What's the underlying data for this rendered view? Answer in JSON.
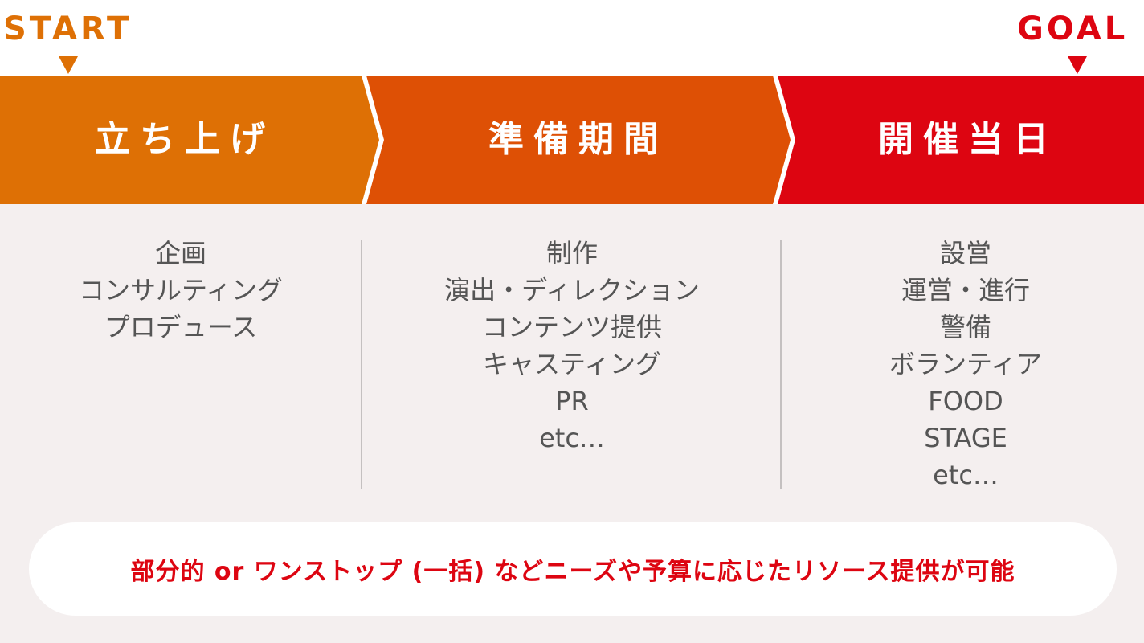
{
  "markers": {
    "start": {
      "label": "START",
      "color": "#de7005"
    },
    "goal": {
      "label": "GOAL",
      "color": "#dd0511"
    }
  },
  "stages": [
    {
      "title": "立ち上げ",
      "color": "#de7005",
      "items": [
        "企画",
        "コンサルティング",
        "プロデュース"
      ]
    },
    {
      "title": "準備期間",
      "color": "#de5005",
      "items": [
        "制作",
        "演出・ディレクション",
        "コンテンツ提供",
        "キャスティング",
        "PR",
        "etc…"
      ]
    },
    {
      "title": "開催当日",
      "color": "#dd0511",
      "items": [
        "設営",
        "運営・進行",
        "警備",
        "ボランティア",
        "FOOD",
        "STAGE",
        "etc…"
      ]
    }
  ],
  "footer": {
    "message": "部分的 or ワンストップ (一括) などニーズや予算に応じたリソース提供が可能",
    "color": "#dd0511"
  }
}
